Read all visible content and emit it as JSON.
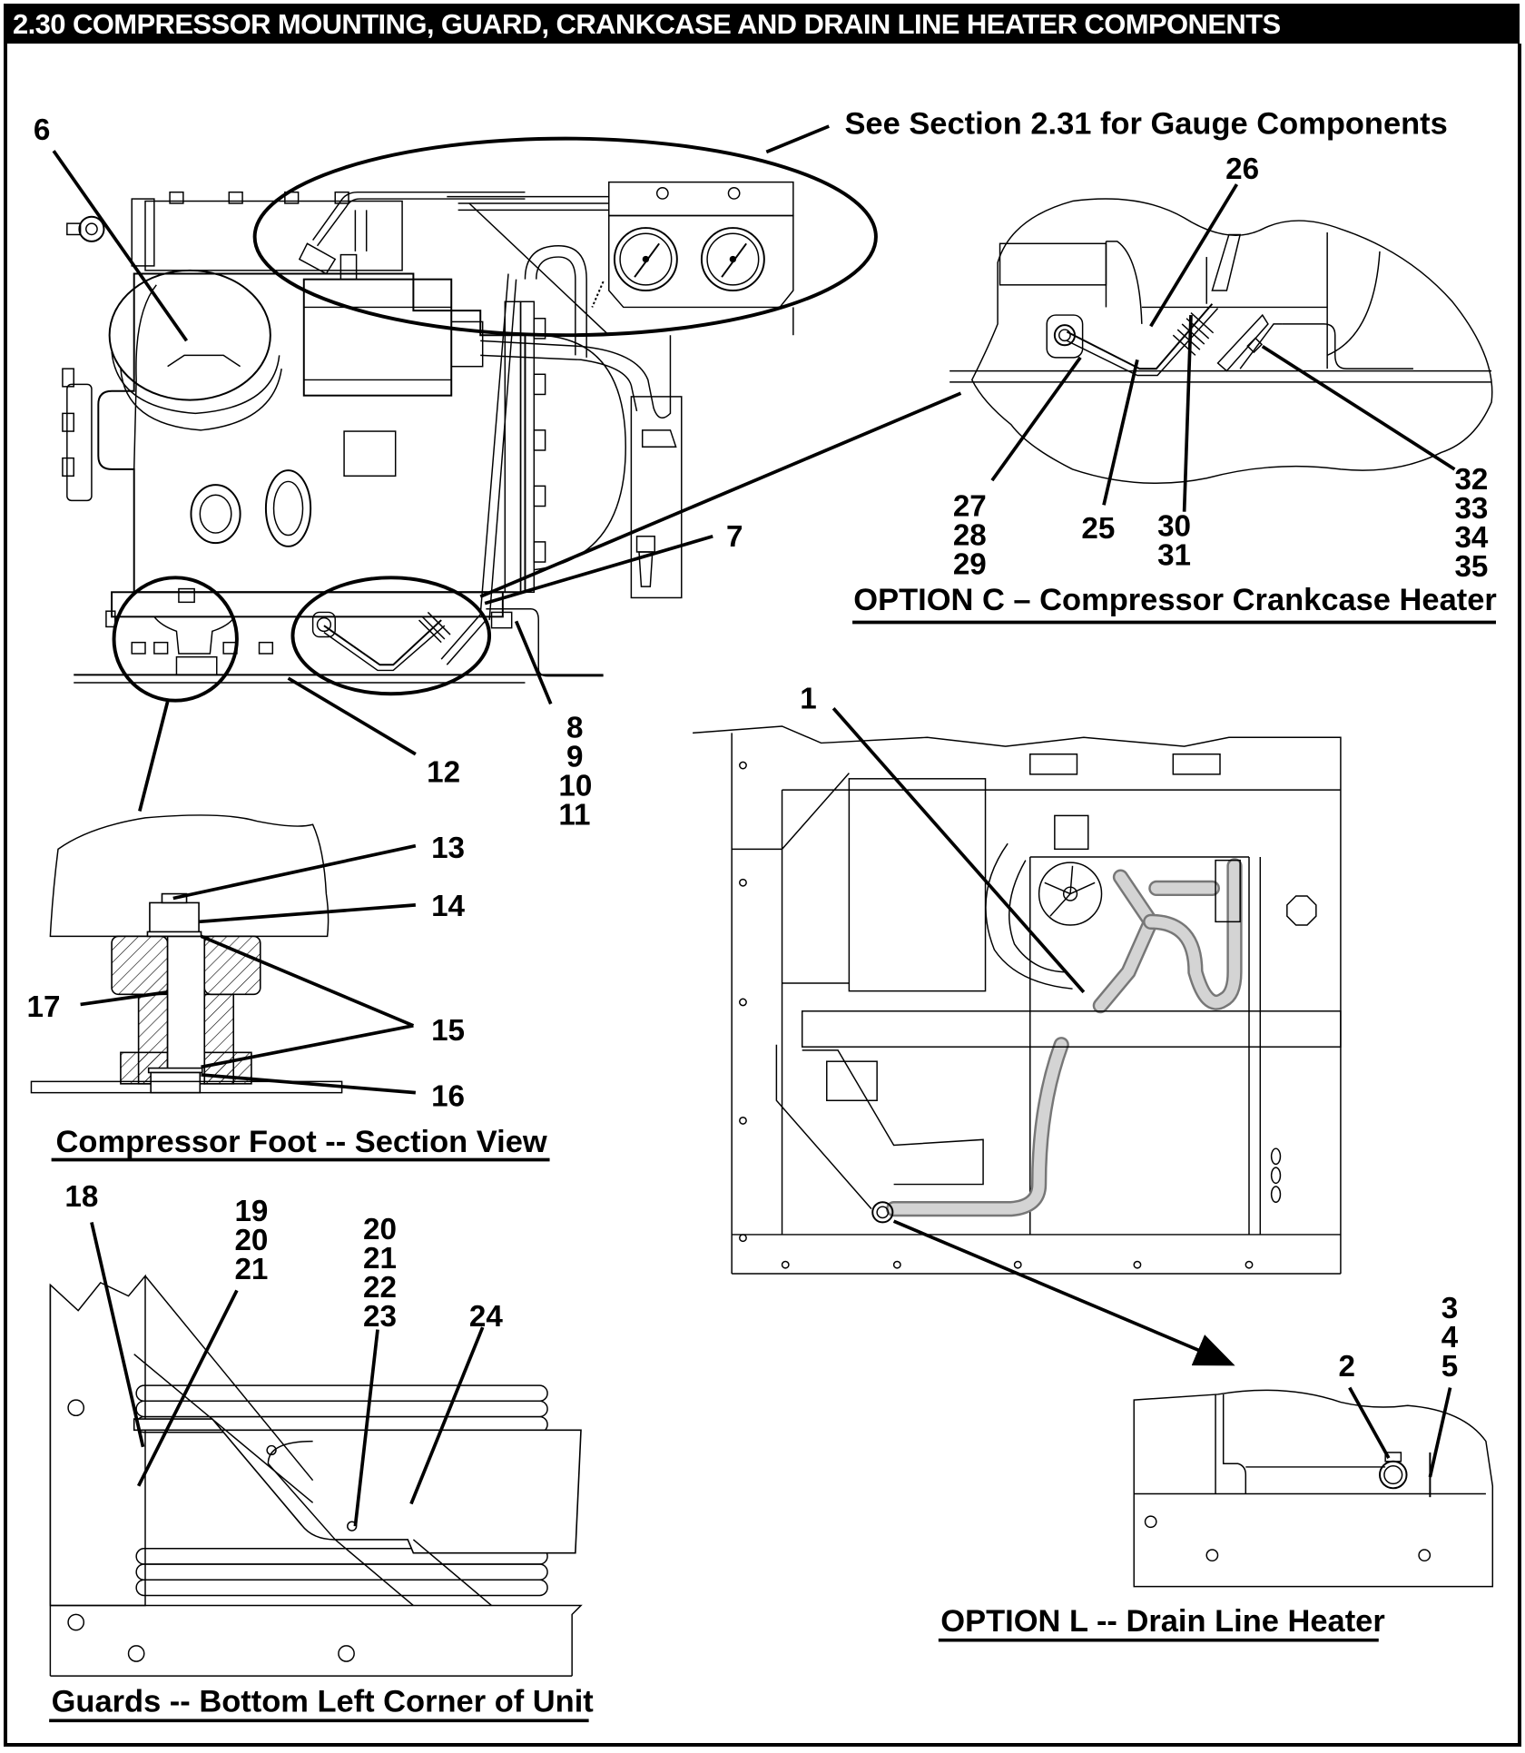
{
  "title": "2.30 COMPRESSOR MOUNTING, GUARD, CRANKCASE AND DRAIN LINE HEATER COMPONENTS",
  "notes": {
    "gauge_reference": "See Section 2.31 for Gauge Components"
  },
  "views": {
    "compressor": {
      "callouts": {
        "c6": "6",
        "c7": "7",
        "c8_11": [
          "8",
          "9",
          "10",
          "11"
        ],
        "c12": "12"
      }
    },
    "option_c": {
      "caption": "OPTION C –  Compressor Crankcase Heater",
      "callouts": {
        "c26": "26",
        "c27_29": [
          "27",
          "28",
          "29"
        ],
        "c25": "25",
        "c30_31": [
          "30",
          "31"
        ],
        "c32_35": [
          "32",
          "33",
          "34",
          "35"
        ]
      }
    },
    "foot_section": {
      "caption": "Compressor Foot -- Section View",
      "callouts": {
        "c13": "13",
        "c14": "14",
        "c15": "15",
        "c16": "16",
        "c17": "17"
      }
    },
    "guards": {
      "caption": "Guards -- Bottom Left Corner of Unit",
      "callouts": {
        "c18": "18",
        "c19_21": [
          "19",
          "20",
          "21"
        ],
        "c20_23": [
          "20",
          "21",
          "22",
          "23"
        ],
        "c24": "24"
      }
    },
    "option_l": {
      "caption": "OPTION L -- Drain Line Heater",
      "callouts": {
        "c1": "1",
        "c2": "2",
        "c3_5": [
          "3",
          "4",
          "5"
        ]
      }
    }
  }
}
